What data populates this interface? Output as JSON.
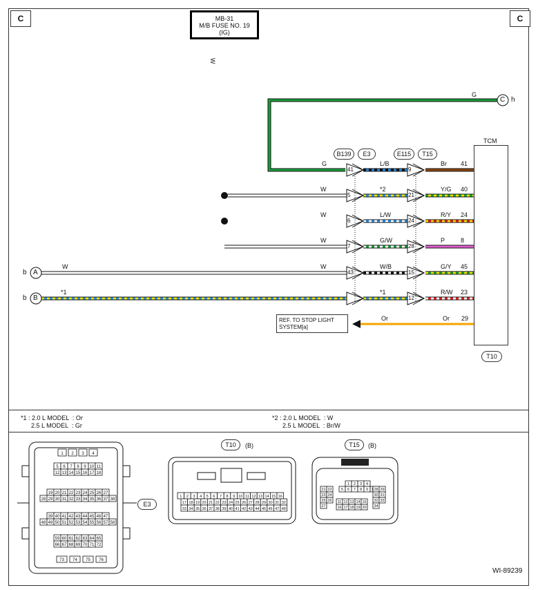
{
  "corners": {
    "left": "C",
    "right": "C"
  },
  "fuse": {
    "line1": "MB-31",
    "line2": "M/B FUSE NO. 19",
    "line3": "(IG)",
    "wire_color": "W"
  },
  "tcm": {
    "label": "TCM",
    "connector": "T10"
  },
  "connectors": {
    "b139": "B139",
    "e3": "E3",
    "e115": "E115",
    "t15": "T15"
  },
  "terminals": {
    "c_letter": "C",
    "c_suffix": "h",
    "a_letter": "A",
    "a_prefix": "b",
    "b_letter": "B",
    "b_prefix": "b"
  },
  "wires": [
    {
      "left_label": "G",
      "b_pin": "41",
      "mid_label": "L/B",
      "t15_pin": "9",
      "right_label": "Br",
      "tcm_pin": "41"
    },
    {
      "left_label": "W",
      "b_pin": "5",
      "mid_label": "*2",
      "t15_pin": "21",
      "right_label": "Y/G",
      "tcm_pin": "40"
    },
    {
      "left_label": "W",
      "b_pin": "6",
      "mid_label": "L/W",
      "t15_pin": "24",
      "right_label": "R/Y",
      "tcm_pin": "24"
    },
    {
      "left_label": "W",
      "b_pin": "7",
      "mid_label": "G/W",
      "t15_pin": "28",
      "right_label": "P",
      "tcm_pin": "8"
    },
    {
      "left_label": "W",
      "b_pin": "43",
      "mid_label": "W/B",
      "t15_pin": "15",
      "right_label": "G/Y",
      "tcm_pin": "45"
    },
    {
      "left_label": "*1",
      "b_pin": "",
      "mid_label": "*1",
      "t15_pin": "12",
      "right_label": "R/W",
      "tcm_pin": "23"
    }
  ],
  "top_g_label": "G",
  "a_wire_label": "W",
  "b_wire_label": "*1",
  "stop_light": {
    "ref_line1": "REF. TO STOP LIGHT",
    "ref_line2": "SYSTEM[a]",
    "left_label": "Or",
    "right_label": "Or",
    "tcm_pin": "29"
  },
  "footnotes": {
    "n1": "*1 : 2.0 L MODEL  : Or\n      2.5 L MODEL  : Gr",
    "n2": "*2 : 2.0 L MODEL  : W\n      2.5 L MODEL  : Br/W"
  },
  "connector_views": {
    "e3": "E3",
    "t10": "T10",
    "t10_suffix": "(B)",
    "t15": "T15",
    "t15_suffix": "(B)"
  },
  "e3_pins": [
    [
      "1",
      "2",
      "3",
      "4"
    ],
    [
      "5",
      "6",
      "7",
      "8",
      "9",
      "10",
      "11"
    ],
    [
      "12",
      "13",
      "14",
      "15",
      "16",
      "17",
      "18"
    ],
    [
      "19",
      "20",
      "21",
      "22",
      "23",
      "24",
      "25",
      "26",
      "27"
    ],
    [
      "28",
      "29",
      "30",
      "31",
      "32",
      "33",
      "34",
      "35",
      "36",
      "37",
      "38"
    ],
    [
      "39",
      "40",
      "41",
      "42",
      "43",
      "44",
      "45",
      "46",
      "47"
    ],
    [
      "48",
      "49",
      "50",
      "51",
      "52",
      "53",
      "54",
      "55",
      "56",
      "57",
      "58"
    ],
    [
      "59",
      "60",
      "61",
      "62",
      "63",
      "64",
      "65"
    ],
    [
      "66",
      "67",
      "68",
      "69",
      "70",
      "71",
      "72"
    ],
    [
      "73",
      "74",
      "75",
      "76"
    ]
  ],
  "t10_pins": [
    [
      "1",
      "2",
      "3",
      "4",
      "5",
      "6",
      "7",
      "8",
      "9",
      "10",
      "11",
      "12",
      "13",
      "14",
      "15",
      "16"
    ],
    [
      "17",
      "18",
      "19",
      "20",
      "21",
      "22",
      "23",
      "24",
      "25",
      "26",
      "27",
      "28",
      "29",
      "30",
      "31",
      "32"
    ],
    [
      "33",
      "34",
      "35",
      "36",
      "37",
      "38",
      "39",
      "40",
      "41",
      "42",
      "43",
      "44",
      "45",
      "46",
      "47",
      "48"
    ]
  ],
  "t15_pins": {
    "top": [
      [
        "1",
        "2",
        "3",
        "4"
      ],
      [
        "5",
        "6",
        "7",
        "8",
        "9",
        "10"
      ]
    ],
    "bottom": [
      [
        "11",
        "12",
        "13",
        "14",
        "15"
      ],
      [
        "16",
        "17",
        "18",
        "19",
        "20"
      ]
    ],
    "left": [
      "21",
      "22",
      "23",
      "24",
      "25",
      "26",
      "27"
    ],
    "right": [
      "28",
      "29",
      "30",
      "31",
      "32",
      "33",
      "34"
    ]
  },
  "doc_id": "WI-89239",
  "colors": {
    "G": "#1a9e3a",
    "L": "#2b8ee0",
    "Br": "#8b4513",
    "Y": "#f2e400",
    "R": "#e02020",
    "P": "#e060d0",
    "Or": "#f5a200",
    "B": "#111111"
  }
}
